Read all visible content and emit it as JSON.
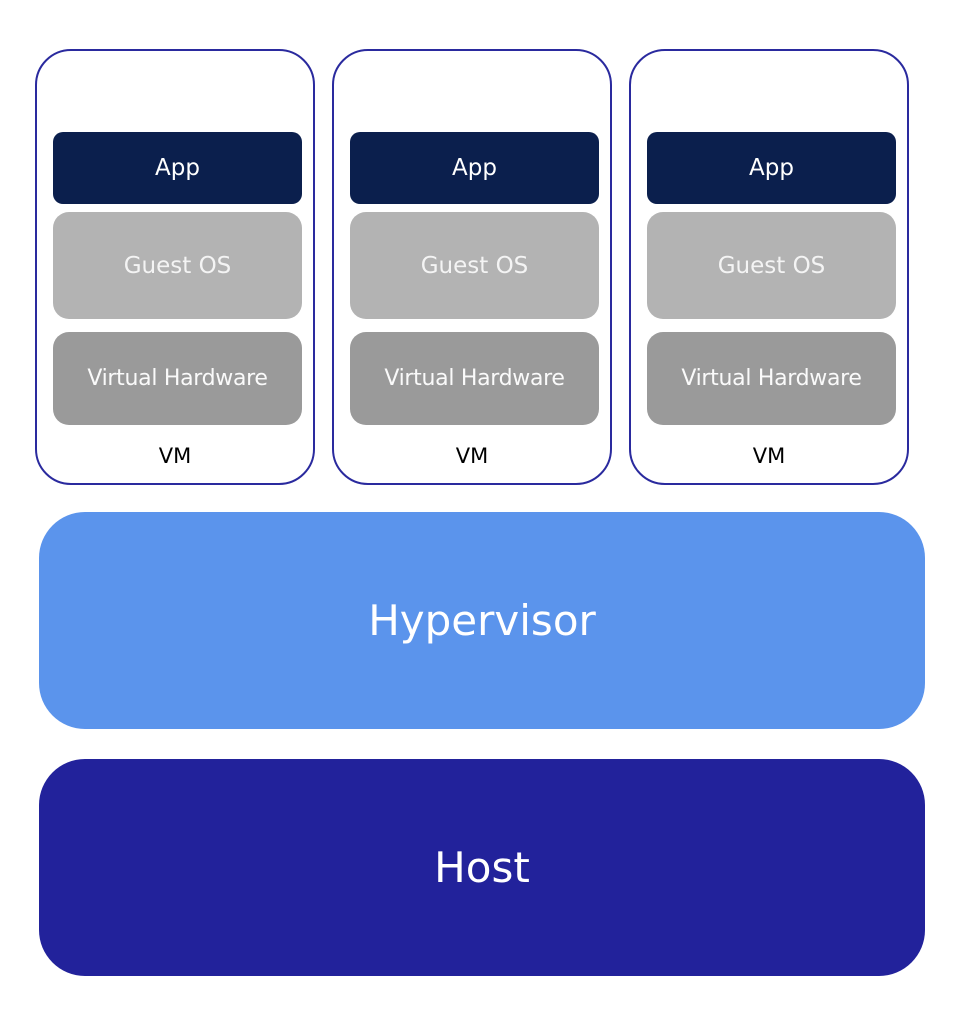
{
  "vms": [
    {
      "app_label": "App",
      "guest_os_label": "Guest OS",
      "virtual_hardware_label": "Virtual Hardware",
      "vm_label": "VM"
    },
    {
      "app_label": "App",
      "guest_os_label": "Guest OS",
      "virtual_hardware_label": "Virtual Hardware",
      "vm_label": "VM"
    },
    {
      "app_label": "App",
      "guest_os_label": "Guest OS",
      "virtual_hardware_label": "Virtual Hardware",
      "vm_label": "VM"
    }
  ],
  "hypervisor": {
    "label": "Hypervisor"
  },
  "host": {
    "label": "Host"
  },
  "colors": {
    "vm_border": "#2a2a9e",
    "app_layer": "#0b1f4d",
    "guest_os_layer": "#b3b3b3",
    "virtual_hardware_layer": "#9a9a9a",
    "hypervisor": "#5b94ec",
    "host": "#22229b"
  }
}
